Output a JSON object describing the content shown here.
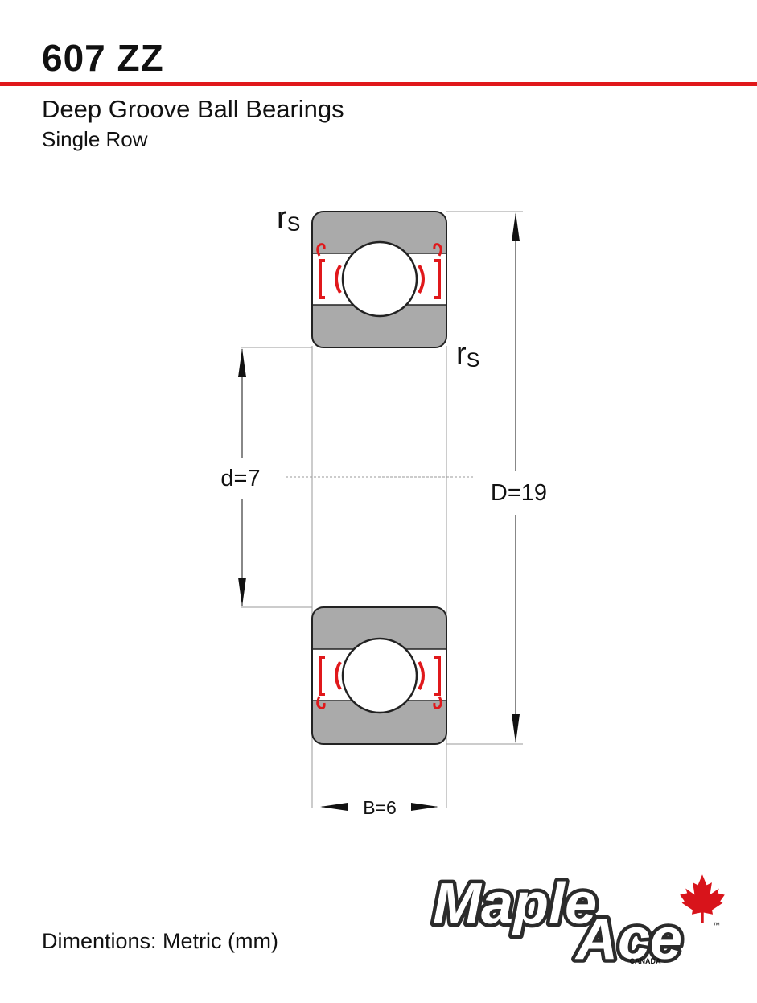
{
  "header": {
    "part_number": "607 ZZ",
    "product_type": "Deep Groove Ball Bearings",
    "row_type": "Single Row"
  },
  "dimensions": {
    "rs_symbol": "r",
    "rs_subscript": "S",
    "bore_label": "d=7",
    "outer_label": "D=19",
    "width_label": "B=6",
    "units_label": "Dimentions: Metric (mm)"
  },
  "logo": {
    "line1": "Maple",
    "line2": "Ace",
    "tagline": "CANADA",
    "trademark": "™"
  },
  "colors": {
    "accent": "#e0181b",
    "ring_gray": "#aaaaaa",
    "outline": "#222222"
  }
}
